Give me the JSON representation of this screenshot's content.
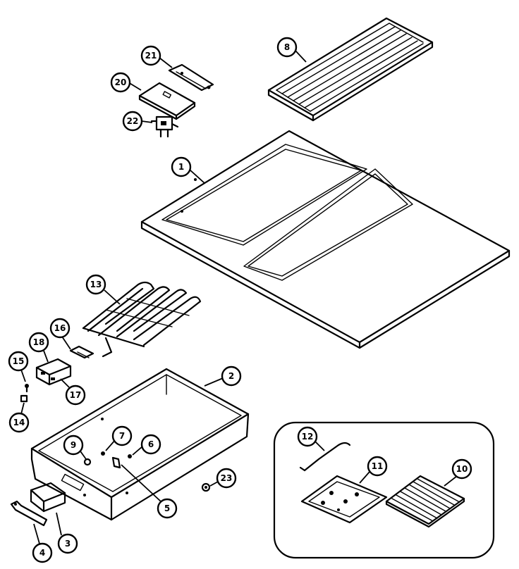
{
  "diagram": {
    "callouts": [
      {
        "id": "1",
        "label": "1"
      },
      {
        "id": "2",
        "label": "2"
      },
      {
        "id": "3",
        "label": "3"
      },
      {
        "id": "4",
        "label": "4"
      },
      {
        "id": "5",
        "label": "5"
      },
      {
        "id": "6",
        "label": "6"
      },
      {
        "id": "7",
        "label": "7"
      },
      {
        "id": "8",
        "label": "8"
      },
      {
        "id": "9",
        "label": "9"
      },
      {
        "id": "10",
        "label": "10"
      },
      {
        "id": "11",
        "label": "11"
      },
      {
        "id": "12",
        "label": "12"
      },
      {
        "id": "13",
        "label": "13"
      },
      {
        "id": "14",
        "label": "14"
      },
      {
        "id": "15",
        "label": "15"
      },
      {
        "id": "16",
        "label": "16"
      },
      {
        "id": "17",
        "label": "17"
      },
      {
        "id": "18",
        "label": "18"
      },
      {
        "id": "20",
        "label": "20"
      },
      {
        "id": "21",
        "label": "21"
      },
      {
        "id": "22",
        "label": "22"
      },
      {
        "id": "23",
        "label": "23"
      }
    ]
  }
}
